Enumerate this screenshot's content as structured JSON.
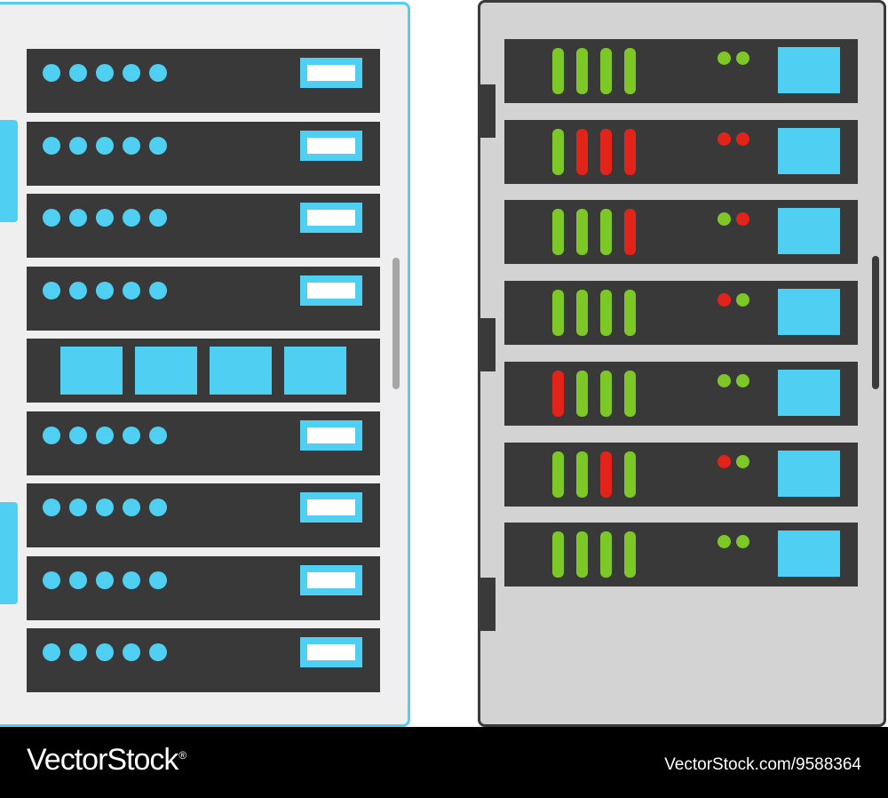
{
  "colors": {
    "accent": "#4fd0f2",
    "unit": "#393939",
    "rack_left_bg": "#efefef",
    "rack_right_bg": "#d3d3d3",
    "rack_right_border": "#3a3a3a",
    "green": "#7dc827",
    "red": "#e2231a"
  },
  "left_rack": {
    "units": [
      {
        "type": "led-unit",
        "leds": 5
      },
      {
        "type": "led-unit",
        "leds": 5
      },
      {
        "type": "led-unit",
        "leds": 5
      },
      {
        "type": "led-unit",
        "leds": 5
      },
      {
        "type": "drive-unit",
        "drives": 4
      },
      {
        "type": "led-unit",
        "leds": 5
      },
      {
        "type": "led-unit",
        "leds": 5
      },
      {
        "type": "led-unit",
        "leds": 5
      },
      {
        "type": "led-unit",
        "leds": 5
      }
    ]
  },
  "right_rack": {
    "units": [
      {
        "bars": [
          "green",
          "green",
          "green",
          "green"
        ],
        "dots": [
          "green",
          "green"
        ]
      },
      {
        "bars": [
          "green",
          "red",
          "red",
          "red"
        ],
        "dots": [
          "red",
          "red"
        ]
      },
      {
        "bars": [
          "green",
          "green",
          "green",
          "red"
        ],
        "dots": [
          "green",
          "red"
        ]
      },
      {
        "bars": [
          "green",
          "green",
          "green",
          "green"
        ],
        "dots": [
          "red",
          "green"
        ]
      },
      {
        "bars": [
          "red",
          "green",
          "green",
          "green"
        ],
        "dots": [
          "green",
          "green"
        ]
      },
      {
        "bars": [
          "green",
          "green",
          "red",
          "green"
        ],
        "dots": [
          "red",
          "green"
        ]
      },
      {
        "bars": [
          "green",
          "green",
          "green",
          "green"
        ],
        "dots": [
          "green",
          "green"
        ]
      }
    ]
  },
  "footer": {
    "brand": "VectorStock",
    "brand_mark": "®",
    "image_id": "VectorStock.com/9588364"
  }
}
